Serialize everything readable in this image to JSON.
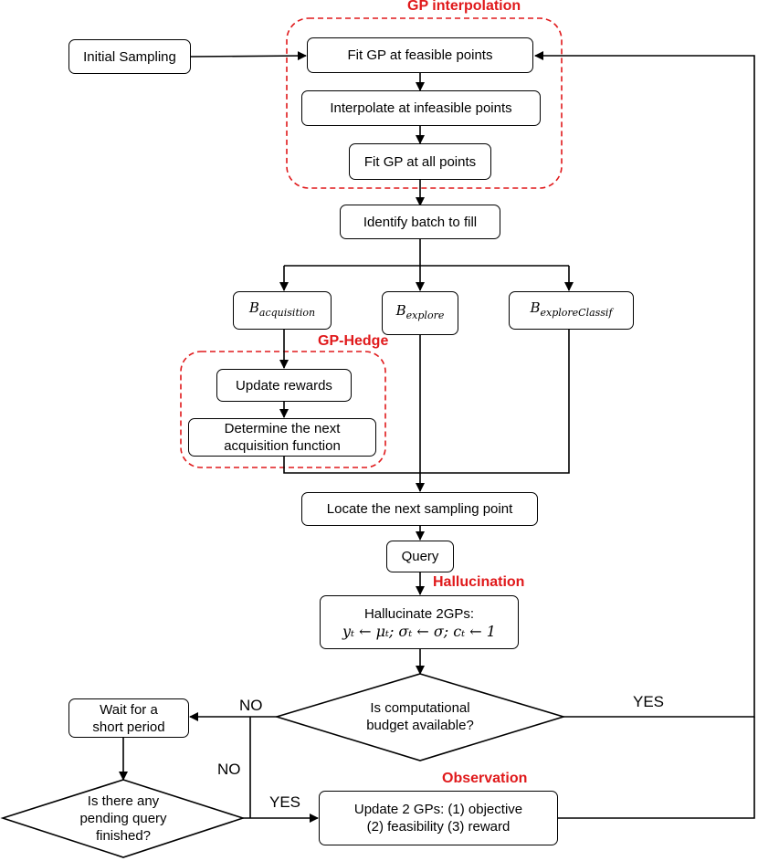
{
  "groups": {
    "gp_interpolation": "GP interpolation",
    "gp_hedge": "GP-Hedge",
    "hallucination": "Hallucination",
    "observation": "Observation"
  },
  "nodes": {
    "initial_sampling": "Initial Sampling",
    "fit_gp_feasible": "Fit GP at feasible points",
    "interpolate_infeasible": "Interpolate at infeasible points",
    "fit_gp_all": "Fit GP at all points",
    "identify_batch": "Identify batch to fill",
    "b_acquisition": {
      "base": "B",
      "sub": "acquisition"
    },
    "b_explore": {
      "base": "B",
      "sub": "explore"
    },
    "b_explore_classif": {
      "base": "B",
      "sub": "exploreClassif"
    },
    "update_rewards": "Update rewards",
    "determine_acq": {
      "line1": "Determine the next",
      "line2": "acquisition function"
    },
    "locate_next": "Locate the next sampling point",
    "query": "Query",
    "hallucinate": {
      "line1": "Hallucinate 2GPs:",
      "line2": "yₜ ← μₜ; σₜ ← σ; cₜ ← 1"
    },
    "budget_question": {
      "line1": "Is computational",
      "line2": "budget available?"
    },
    "wait": {
      "line1": "Wait for a",
      "line2": "short period"
    },
    "pending_question": {
      "line1": "Is there any",
      "line2": "pending query",
      "line3": "finished?"
    },
    "update_gps": {
      "line1": "Update 2 GPs: (1) objective",
      "line2": "(2) feasibility (3) reward"
    }
  },
  "edge_labels": {
    "budget_no": "NO",
    "budget_yes": "YES",
    "pending_no": "NO",
    "pending_yes": "YES"
  },
  "colors": {
    "highlight_red": "#e0191b",
    "line": "#000000"
  }
}
